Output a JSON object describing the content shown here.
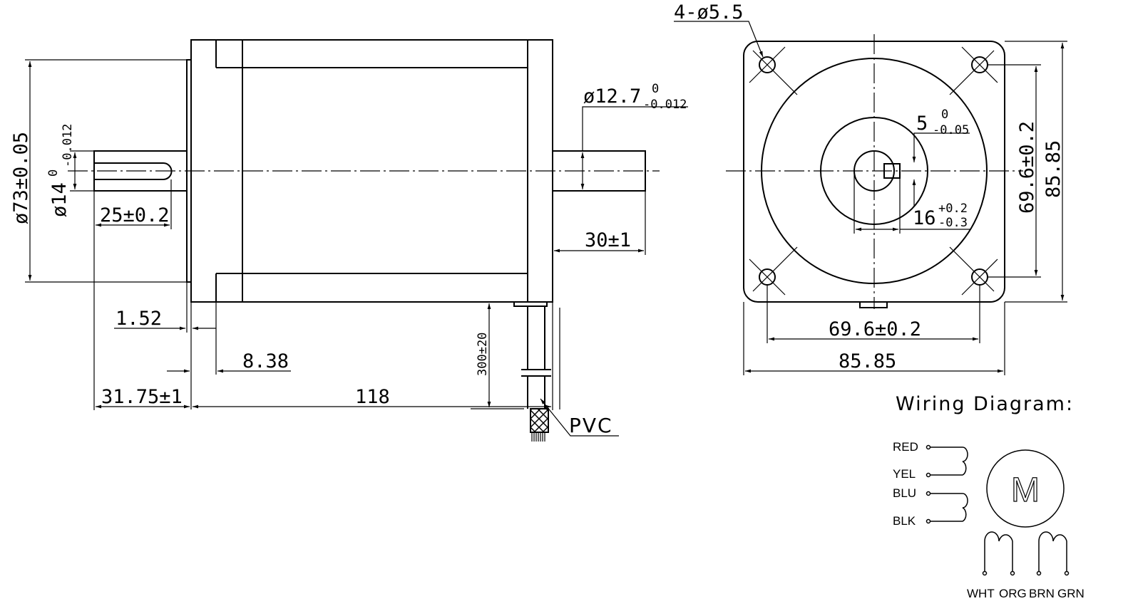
{
  "side_view": {
    "dia_body": "ø73±0.05",
    "dia_shaft_left": "ø14",
    "dia_shaft_left_upper": "0",
    "dia_shaft_left_lower": "-0.012",
    "key_length": "25±0.2",
    "dia_shaft_right": "ø12.7",
    "dia_shaft_right_upper": "0",
    "dia_shaft_right_lower": "-0.012",
    "shaft_right_length": "30±1",
    "boss_height": "1.52",
    "flange_thickness": "8.38",
    "shaft_left_length": "31.75±1",
    "body_length": "118",
    "cable_length": "300±20",
    "cable_material": "PVC"
  },
  "front_view": {
    "holes": "4-ø5.5",
    "flat_width": "5",
    "flat_upper": "0",
    "flat_lower": "-0.05",
    "flat_depth": "16",
    "flat_depth_upper": "+0.2",
    "flat_depth_lower": "-0.3",
    "hole_spacing_v": "69.6±0.2",
    "square_v": "85.85",
    "hole_spacing_h": "69.6±0.2",
    "square_h": "85.85"
  },
  "wiring": {
    "title": "Wiring Diagram:",
    "motor_label": "M",
    "left_wires": [
      "RED",
      "YEL",
      "BLU",
      "BLK"
    ],
    "bottom_wires": [
      "WHT",
      "ORG",
      "BRN",
      "GRN"
    ]
  }
}
